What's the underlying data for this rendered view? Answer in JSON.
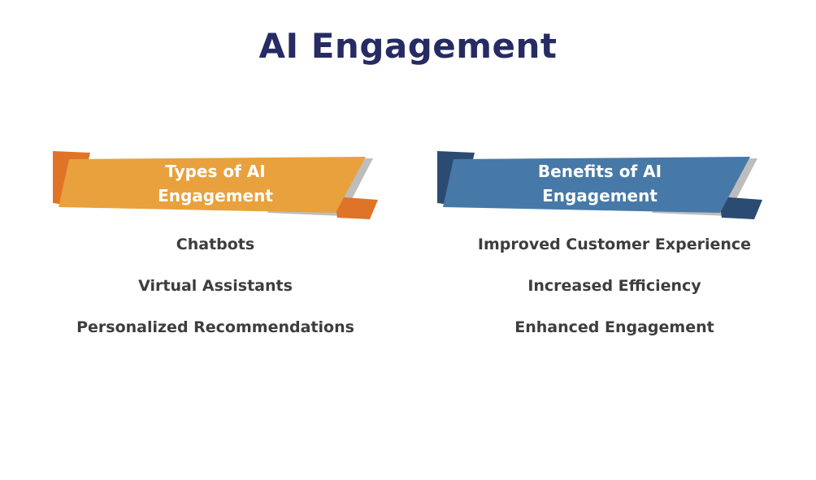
{
  "title": "AI Engagement",
  "columns": [
    {
      "header": "Types of AI Engagement",
      "items": [
        "Chatbots",
        "Virtual Assistants",
        "Personalized Recommendations"
      ]
    },
    {
      "header": "Benefits of AI Engagement",
      "items": [
        "Improved Customer Experience",
        "Increased Efficiency",
        "Enhanced Engagement"
      ]
    }
  ],
  "colors": {
    "background": "#FFFFFF",
    "title": "#262B63",
    "text": "#3D3D3D",
    "ribbon_label_text": "#FFFFFF",
    "ribbon_left_main": "#E8A13C",
    "ribbon_left_fold": "#DF7327",
    "ribbon_right_main": "#4679A8",
    "ribbon_right_fold": "#2C4B72",
    "ribbon_shadow": "#BDBDBD"
  }
}
